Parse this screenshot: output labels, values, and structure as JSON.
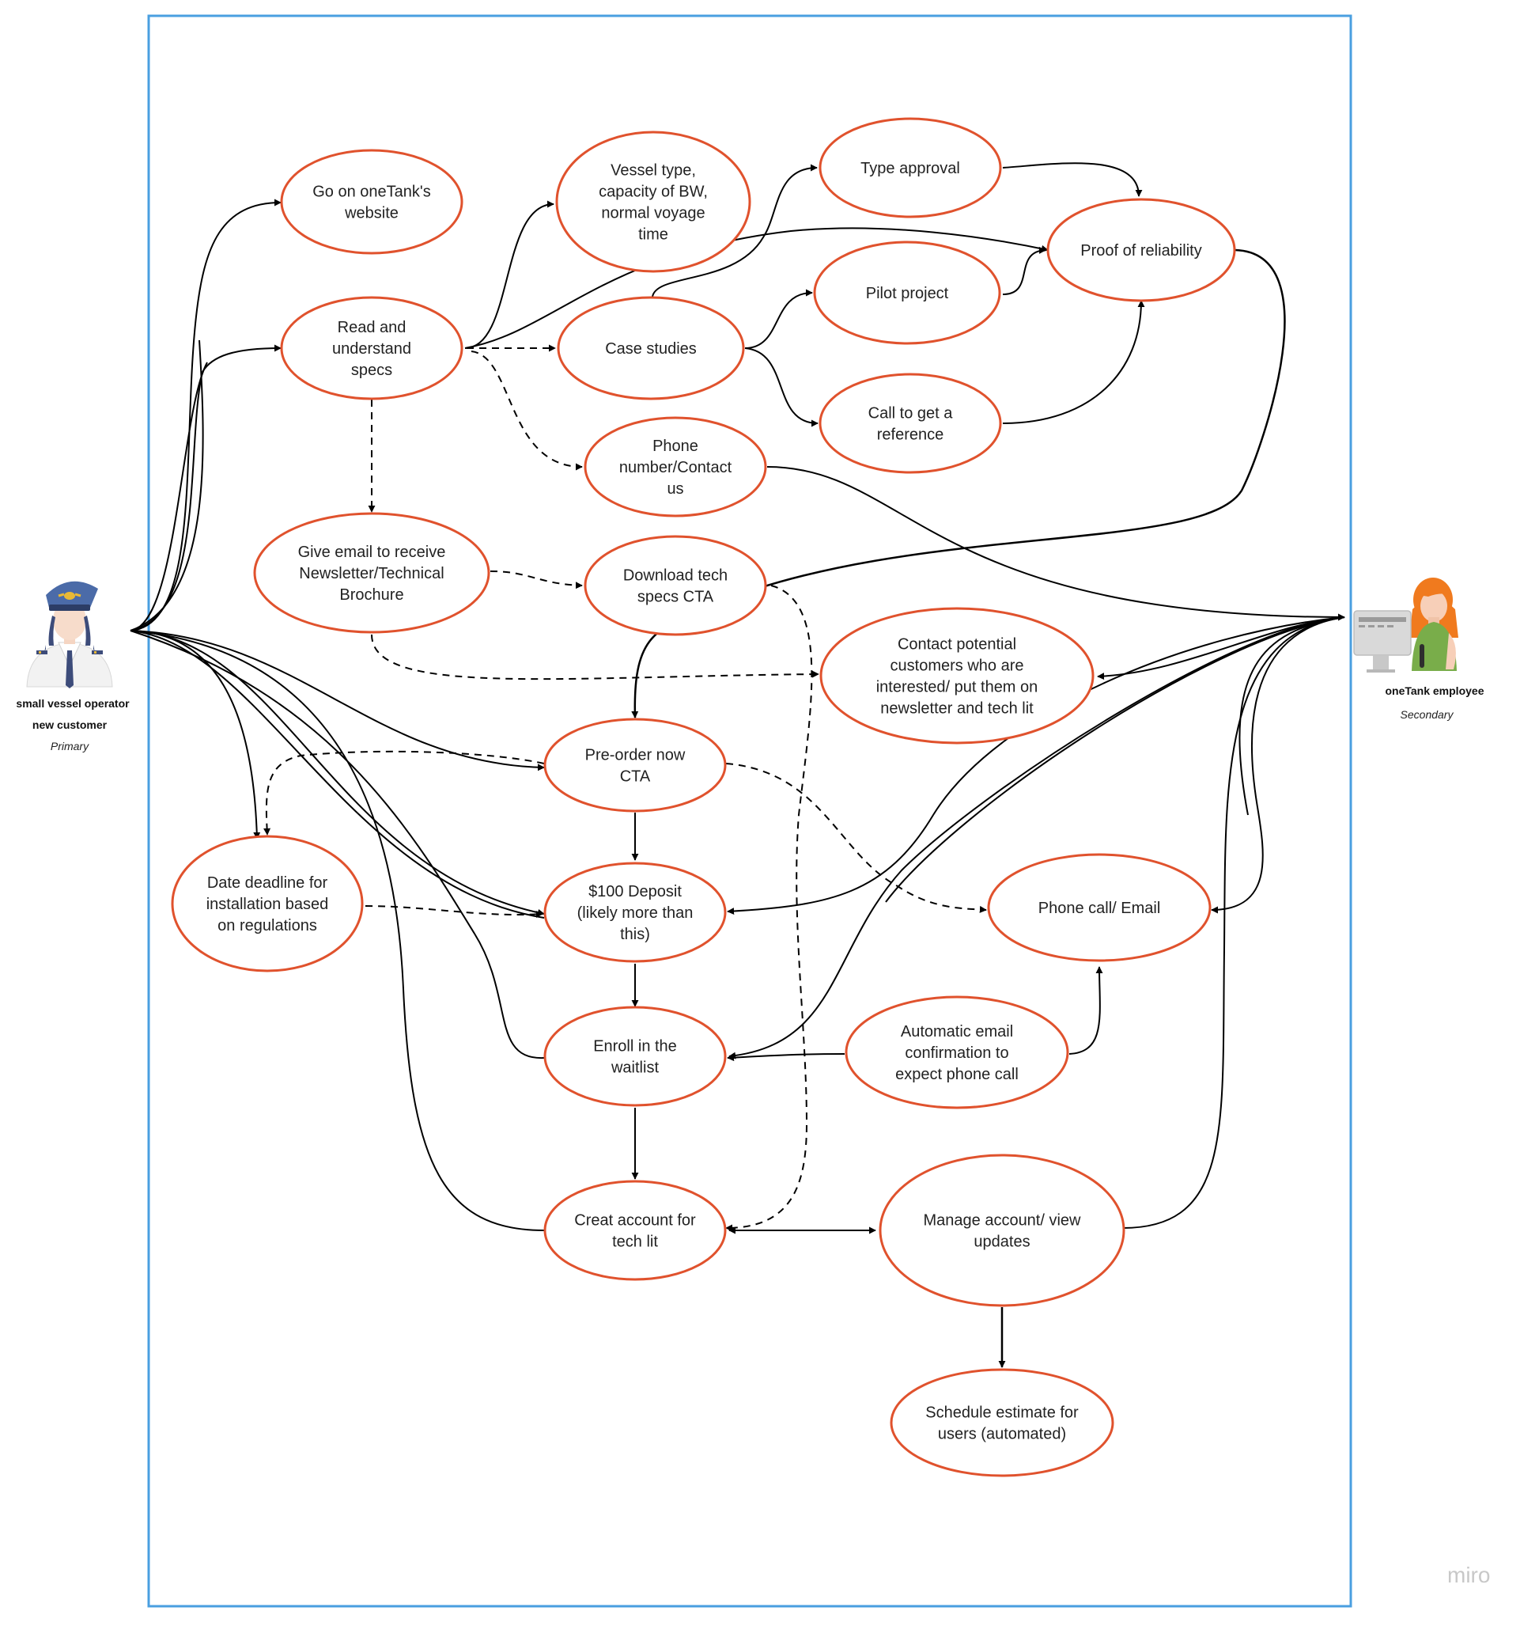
{
  "nodes": {
    "website": "Go on oneTank's\nwebsite",
    "vessel": "Vessel type,\ncapacity of BW,\nnormal voyage\ntime",
    "type_approval": "Type approval",
    "proof": "Proof of reliability",
    "read_specs": "Read and\nunderstand\nspecs",
    "case_studies": "Case studies",
    "pilot": "Pilot project",
    "call_ref": "Call to get a\nreference",
    "phone_contact": "Phone\nnumber/Contact\nus",
    "give_email": "Give email to receive\nNewsletter/Technical\nBrochure",
    "download": "Download tech\nspecs CTA",
    "contact_potential": "Contact potential\ncustomers who are\ninterested/ put them on\nnewsletter and tech lit",
    "preorder": "Pre-order now\nCTA",
    "date_deadline": "Date deadline for\ninstallation based\non regulations",
    "deposit": "$100 Deposit\n(likely more than\nthis)",
    "phone_email": "Phone call/ Email",
    "waitlist": "Enroll in the\nwaitlist",
    "auto_email": "Automatic email\nconfirmation to\nexpect phone call",
    "create_account": "Creat account for\ntech lit",
    "manage_account": "Manage account/ view\nupdates",
    "schedule": "Schedule estimate for\nusers (automated)"
  },
  "actors": {
    "primary": {
      "name_line1": "small vessel operator",
      "name_line2": "new customer",
      "role": "Primary",
      "icon": "pilot-avatar-icon"
    },
    "secondary": {
      "name_line1": "oneTank employee",
      "role": "Secondary",
      "icon": "employee-at-computer-icon"
    }
  },
  "colors": {
    "node_border": "#e0522d",
    "frame": "#4a9fe0",
    "edge": "#000000"
  },
  "watermark": "miro"
}
